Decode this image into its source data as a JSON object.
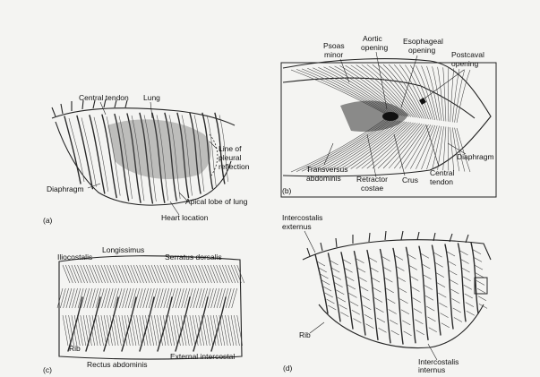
{
  "panels": {
    "a": {
      "tag": "(a)",
      "labels": {
        "central_tendon": "Central tendon",
        "lung": "Lung",
        "line_of_pleural_reflection_1": "Line of",
        "line_of_pleural_reflection_2": "pleural",
        "line_of_pleural_reflection_3": "reflection",
        "diaphragm": "Diaphragm",
        "apical_lobe": "Apical lobe of lung",
        "heart_location": "Heart location"
      }
    },
    "b": {
      "tag": "(b)",
      "labels": {
        "psoas_minor_1": "Psoas",
        "psoas_minor_2": "minor",
        "aortic_opening_1": "Aortic",
        "aortic_opening_2": "opening",
        "esophageal_opening_1": "Esophageal",
        "esophageal_opening_2": "opening",
        "postcaval_opening_1": "Postcaval",
        "postcaval_opening_2": "opening",
        "diaphragm": "Diaphragm",
        "transversus_abdominis_1": "Transversus",
        "transversus_abdominis_2": "abdominis",
        "retractor_costae_1": "Retractor",
        "retractor_costae_2": "costae",
        "crus": "Crus",
        "central_tendon_1": "Central",
        "central_tendon_2": "tendon"
      }
    },
    "c": {
      "tag": "(c)",
      "labels": {
        "iliocostalis": "Iliocostalis",
        "longissimus": "Longissimus",
        "serratus_dorsalis": "Serratus dorsalis",
        "rib": "Rib",
        "rectus_abdominis": "Rectus abdominis",
        "external_intercostal": "External intercostal"
      }
    },
    "d": {
      "tag": "(d)",
      "labels": {
        "intercostalis_externus_1": "Intercostalis",
        "intercostalis_externus_2": "externus",
        "rib": "Rib",
        "intercostalis_internus_1": "Intercostalis",
        "intercostalis_internus_2": "internus"
      }
    }
  }
}
